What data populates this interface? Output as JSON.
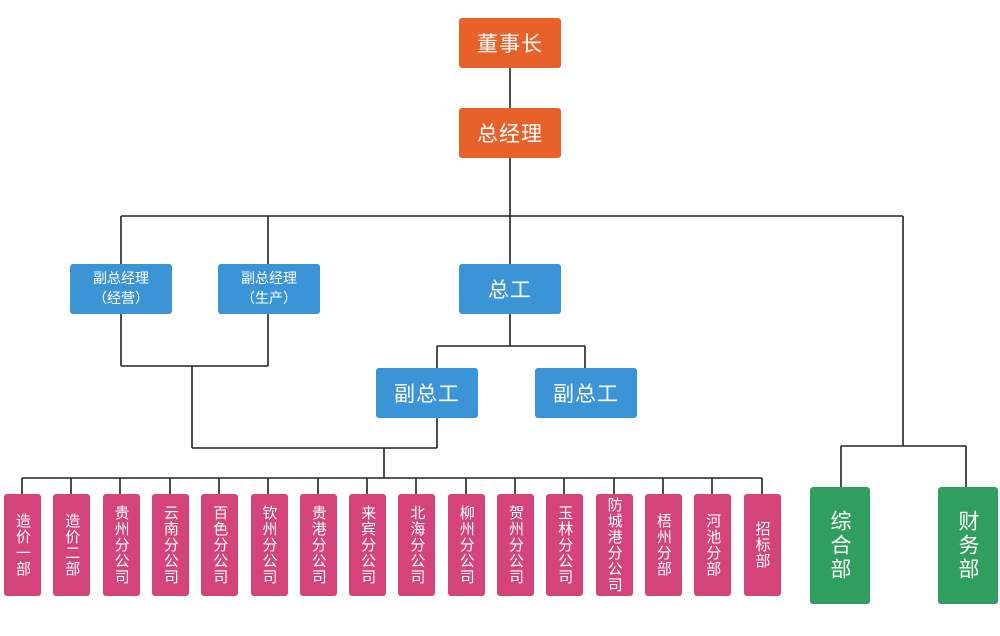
{
  "chairman": "董事长",
  "general_manager": "总经理",
  "vp_business": {
    "line1": "副总经理",
    "line2": "（经营）"
  },
  "vp_production": {
    "line1": "副总经理",
    "line2": "（生产）"
  },
  "chief_engineer": "总工",
  "deputy_chief_1": "副总工",
  "deputy_chief_2": "副总工",
  "branches": [
    "造价一部",
    "造价二部",
    "贵州分公司",
    "云南分公司",
    "百色分公司",
    "钦州分公司",
    "贵港分公司",
    "来宾分公司",
    "北海分公司",
    "柳州分公司",
    "贺州分公司",
    "玉林分公司",
    "防城港分公司",
    "梧州分部",
    "河池分部",
    "招标部"
  ],
  "general_dept": "综合部",
  "finance_dept": "财务部",
  "colors": {
    "top": "#e8612b",
    "management": "#3a94d6",
    "branch": "#d4437a",
    "department": "#2f9e5e",
    "line": "#222222"
  }
}
